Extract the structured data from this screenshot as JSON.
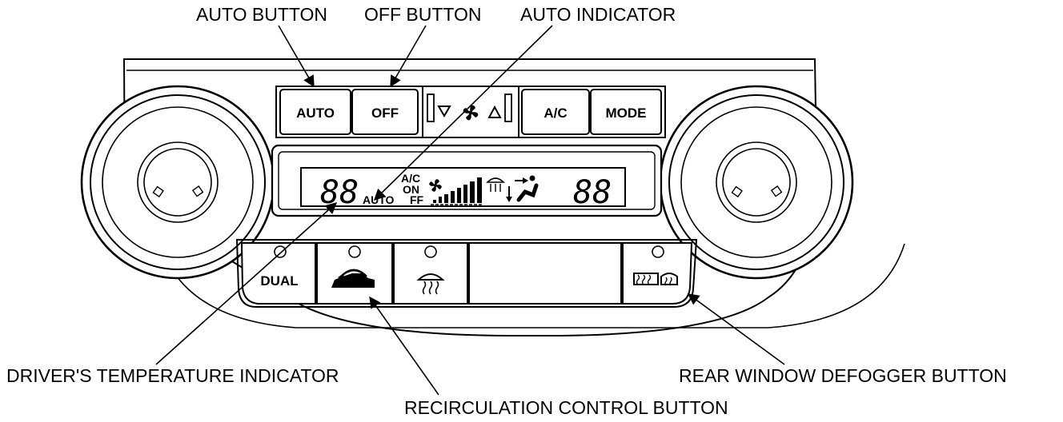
{
  "callouts": {
    "auto_button": "AUTO BUTTON",
    "off_button": "OFF BUTTON",
    "auto_indicator": "AUTO INDICATOR",
    "drivers_temperature_indicator": "DRIVER'S TEMPERATURE INDICATOR",
    "recirculation_control_button": "RECIRCULATION CONTROL BUTTON",
    "rear_window_defogger_button": "REAR WINDOW DEFOGGER BUTTON"
  },
  "buttons": {
    "auto": "AUTO",
    "off": "OFF",
    "ac": "A/C",
    "mode": "MODE",
    "dual": "DUAL"
  },
  "display": {
    "driver_temp": "88",
    "passenger_temp": "88",
    "auto": "AUTO",
    "ac": "A/C",
    "on": "ON",
    "off": "FF"
  },
  "icons": {
    "fan": "fan-icon",
    "recirculation": "recirculation-icon",
    "front_defrost": "front-defrost-icon",
    "rear_defrost": "rear-defrost-icon",
    "fan_down": "triangle-down-icon",
    "fan_up": "triangle-up-icon"
  }
}
